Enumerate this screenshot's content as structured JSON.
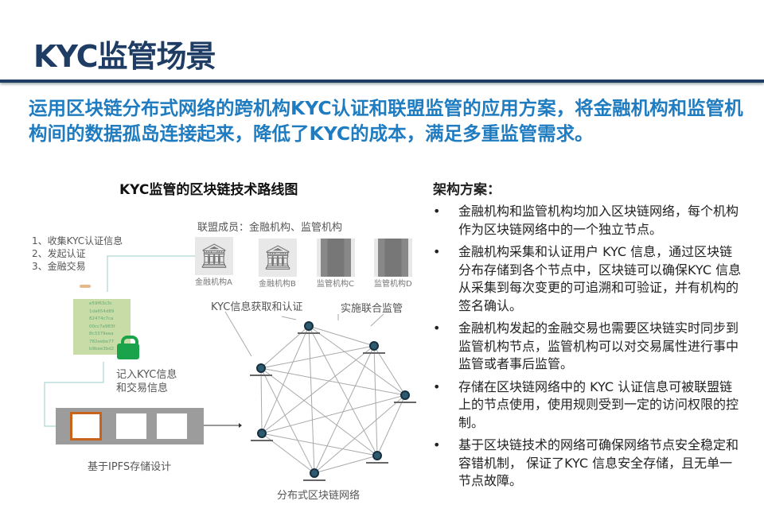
{
  "title": "KYC监管场景",
  "lead": "运用区块链分布式网络的跨机构KYC认证和联盟监管的应用方案，将金融机构和监管机构间的数据孤岛连接起来，降低了KYC的成本，满足多重监管需求。",
  "diagram": {
    "title": "KYC监管的区块链技术路线图",
    "steps": [
      "1、收集KYC认证信息",
      "2、发起认证",
      "3、金融交易"
    ],
    "members_header": "联盟成员：金融机构、监管机构",
    "institutions": [
      "金融机构A",
      "金融机构B",
      "监管机构C",
      "监管机构D"
    ],
    "kyc_auth": "KYC信息获取和认证",
    "joint_supervision": "实施联合监管",
    "record": [
      "记入KYC信息",
      "和交易信息"
    ],
    "hash_lines": [
      "e59f63c3c",
      "1da654d89",
      "82474c7ca",
      "00cc7a983f",
      "8c3379eea",
      "782eebe77",
      "b9bee3bd2"
    ],
    "ipfs": "基于IPFS存储设计",
    "network": "分布式区块链网络"
  },
  "right": {
    "heading": "架构方案：",
    "bullets": [
      "金融机构和监管机构均加入区块链网络，每个机构作为区块链网络中的一个独立节点。",
      "金融机构采集和认证用户 KYC 信息，通过区块链分布存储到各个节点中，区块链可以确保KYC 信息从采集到每次变更的可追溯和可验证，并有机构的签名确认。",
      "金融机构发起的金融交易也需要区块链实时同步到监管机构节点，监管机构可以对交易属性进行事中监管或者事后监管。",
      "存储在区块链网络中的 KYC 认证信息可被联盟链上的节点使用，使用规则受到一定的访问权限的控制。",
      "基于区块链技术的网络可确保网络节点安全稳定和容错机制， 保证了KYC 信息安全存储，且无单一节点故障。"
    ]
  },
  "colors": {
    "title": "#1f3d64",
    "lead": "#1f7cc0",
    "lock": "#1aa34a",
    "scroll": "#c7dca6",
    "highlight": "#c8631a"
  }
}
